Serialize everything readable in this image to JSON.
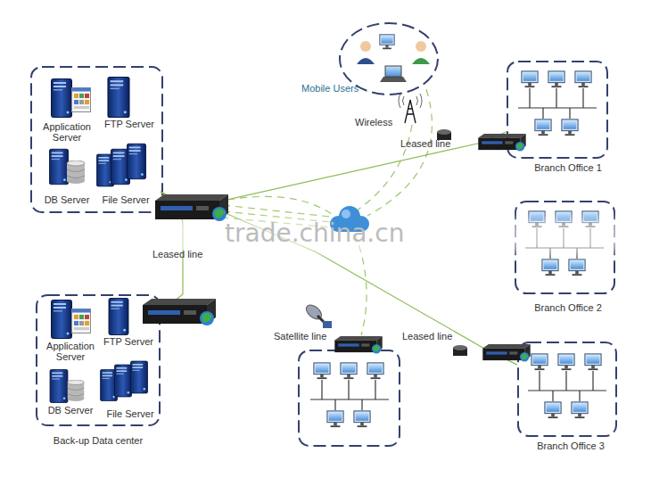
{
  "diagram": {
    "nodes": [
      {
        "text": [
          "Mobile Users"
        ]
      },
      {
        "text": [
          "Application Server"
        ]
      },
      {
        "text": [
          "FTP Server"
        ]
      },
      {
        "text": [
          "DB Server"
        ]
      },
      {
        "text": [
          "File Server"
        ]
      },
      {
        "text": [
          "Branch Office 1"
        ]
      },
      {
        "text": [
          "Branch Office 2"
        ]
      },
      {
        "text": [
          "Back-up Data center"
        ]
      },
      {
        "text": [
          "Application Server"
        ],
        "in": 7
      },
      {
        "text": [
          "FTP Server"
        ],
        "in": 7
      },
      {
        "text": [
          "DB Server"
        ],
        "in": 7
      },
      {
        "text": [
          "File Server"
        ],
        "in": 7
      },
      {
        "text": [
          "Branch Office 3"
        ]
      }
    ],
    "edges": [
      {
        "from": 4,
        "to": 5,
        "label": "Leased line",
        "arrow": "none"
      },
      {
        "from": 4,
        "to": 7,
        "label": "Leased line",
        "arrow": "none"
      },
      {
        "from": 4,
        "to": 12,
        "label": "Leased line",
        "arrow": "none"
      }
    ],
    "labels": [
      "Wireless",
      "Satellite line",
      "trade.china.cn"
    ]
  }
}
